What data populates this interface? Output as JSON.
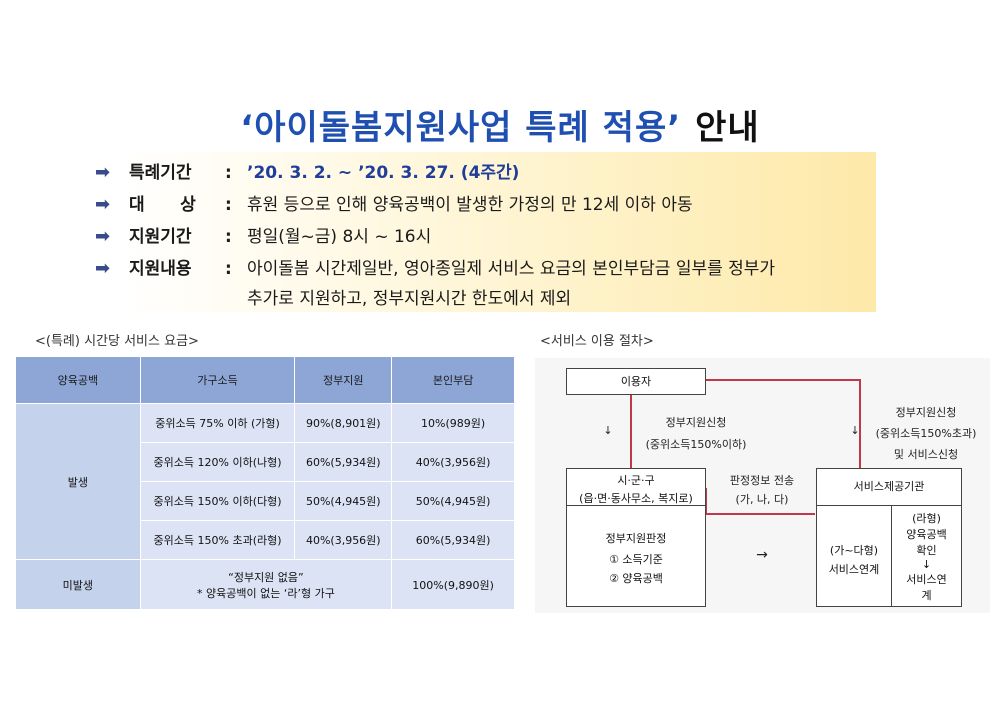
{
  "title": {
    "quoted": "‘아이돌봄지원사업 특례 적용’",
    "rest": "안내"
  },
  "info": [
    {
      "label": "특례기간",
      "value": "’20. 3. 2. ~ ’20. 3. 27. (4주간)"
    },
    {
      "label": "대      상",
      "value": "휴원 등으로 인해 양육공백이 발생한 가정의 만 12세 이하 아동"
    },
    {
      "label": "지원기간",
      "value": "평일(월~금) 8시 ~ 16시"
    },
    {
      "label": "지원내용",
      "value": "아이돌봄 시간제일반, 영아종일제 서비스 요금의 본인부담금 일부를 정부가",
      "value2": "추가로 지원하고, 정부지원시간 한도에서 제외"
    }
  ],
  "fee_section_title": "<(특례) 시간당 서비스 요금>",
  "fee_table": {
    "headers": [
      "양육공백",
      "가구소득",
      "정부지원",
      "본인부담"
    ],
    "group_occurred": "발생",
    "rows": [
      [
        "중위소득 75% 이하 (가형)",
        "90%(8,901원)",
        "10%(989원)"
      ],
      [
        "중위소득 120% 이하(나형)",
        "60%(5,934원)",
        "40%(3,956원)"
      ],
      [
        "중위소득 150% 이하(다형)",
        "50%(4,945원)",
        "50%(4,945원)"
      ],
      [
        "중위소득 150% 초과(라형)",
        "40%(3,956원)",
        "60%(5,934원)"
      ]
    ],
    "group_none": "미발생",
    "none_support": "“정부지원 없음”",
    "none_note": "* 양육공백이 없는 ‘라’형 가구",
    "none_self": "100%(9,890원)"
  },
  "flow_section_title": "<서비스 이용 절차>",
  "flow": {
    "user": "이용자",
    "down1": "↓",
    "apply1_line1": "정부지원신청",
    "apply1_line2": "(중위소득150%이하)",
    "down2": "↓",
    "apply2_line1": "정부지원신청",
    "apply2_line2": "(중위소득150%초과)",
    "apply2_line3": "및 서비스신청",
    "city_line1": "시·군·구",
    "city_line2": "(읍·면·동사무소, 복지로)",
    "send_line1": "판정정보 전송",
    "send_line2": "(가, 나, 다)",
    "provider": "서비스제공기관",
    "judge_title": "정부지원판정",
    "judge_1": "① 소득기준",
    "judge_2": "② 양육공백",
    "right_arrow": "→",
    "link_a_line1": "(가~다형)",
    "link_a_line2": "서비스연계",
    "link_b_line1": "(라형)",
    "link_b_line2": "양육공백",
    "link_b_line3": "확인",
    "link_b_arrow": "↓",
    "link_b_line4": "서비스연",
    "link_b_line5": "계"
  },
  "colors": {
    "title_blue": "#1f4fb0",
    "table_header": "#8ea6d6",
    "table_cell": "#dbe3f4",
    "flow_red": "#c0394b"
  }
}
